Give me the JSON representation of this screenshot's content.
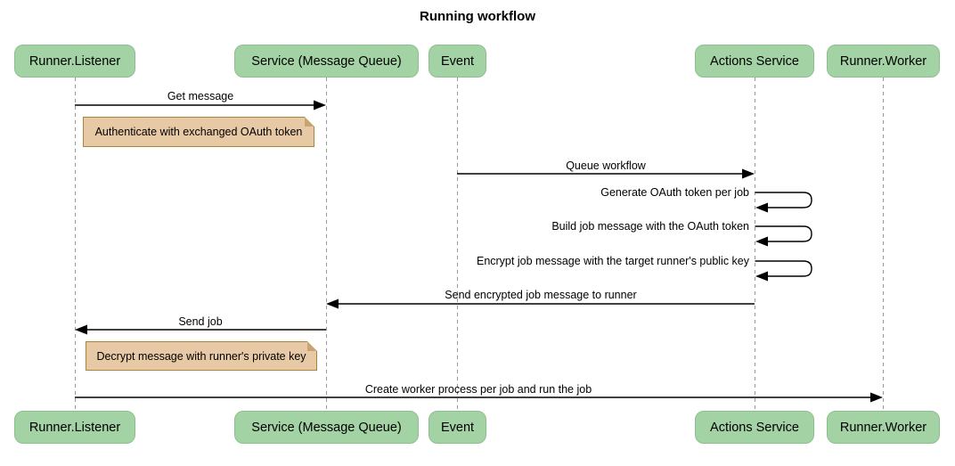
{
  "title": "Running workflow",
  "participants": [
    {
      "name": "Runner.Listener"
    },
    {
      "name": "Service (Message Queue)"
    },
    {
      "name": "Event"
    },
    {
      "name": "Actions Service"
    },
    {
      "name": "Runner.Worker"
    }
  ],
  "messages": [
    {
      "text": "Get message",
      "from": "Runner.Listener",
      "to": "Service (Message Queue)",
      "direction": "right"
    },
    {
      "text": "Queue workflow",
      "from": "Event",
      "to": "Actions Service",
      "direction": "right"
    },
    {
      "text": "Generate OAuth token per job",
      "from": "Actions Service",
      "to": "Actions Service",
      "direction": "self"
    },
    {
      "text": "Build job message with the OAuth token",
      "from": "Actions Service",
      "to": "Actions Service",
      "direction": "self"
    },
    {
      "text": "Encrypt job message with the target runner's public key",
      "from": "Actions Service",
      "to": "Actions Service",
      "direction": "self"
    },
    {
      "text": "Send encrypted job message to runner",
      "from": "Actions Service",
      "to": "Service (Message Queue)",
      "direction": "left"
    },
    {
      "text": "Send job",
      "from": "Service (Message Queue)",
      "to": "Runner.Listener",
      "direction": "left"
    },
    {
      "text": "Create worker process per job and run the job",
      "from": "Runner.Listener",
      "to": "Runner.Worker",
      "direction": "right"
    }
  ],
  "notes": [
    {
      "text": "Authenticate with exchanged OAuth token",
      "over": "Runner.Listener"
    },
    {
      "text": "Decrypt message with runner's private key",
      "over": "Runner.Listener"
    }
  ],
  "colors": {
    "actor_fill": "#a3d3a4",
    "actor_border": "#8cbf8e",
    "note_fill": "#e8c9a5",
    "note_border": "#aa8439",
    "lifeline": "#999999",
    "arrow": "#000000",
    "background": "#ffffff"
  }
}
